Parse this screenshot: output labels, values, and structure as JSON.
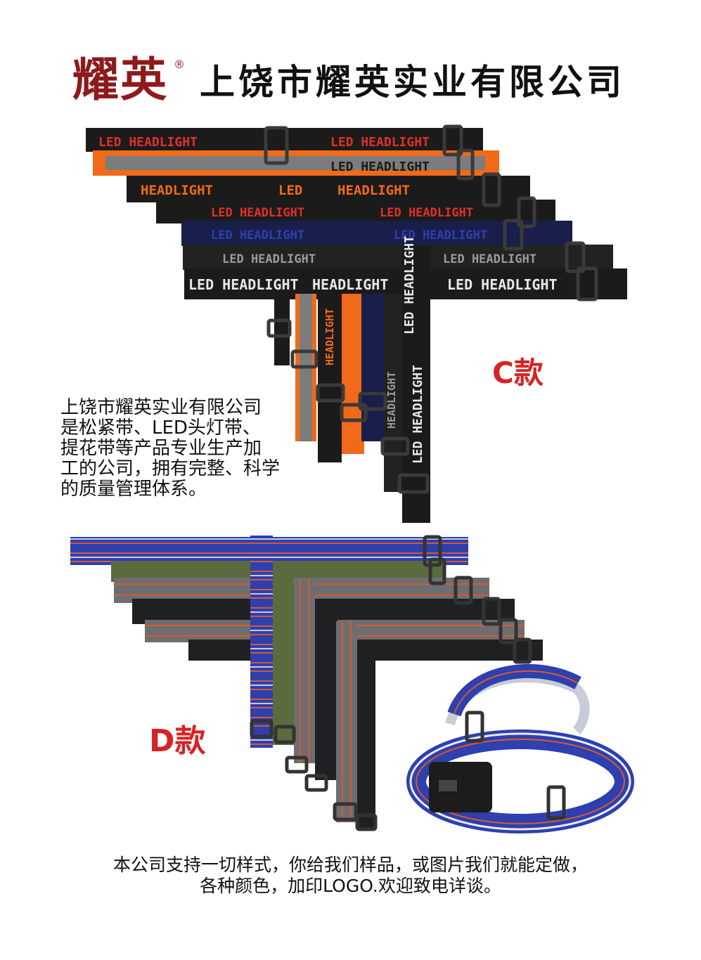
{
  "brand": {
    "logo_text": "耀英",
    "registered_mark": "®",
    "company_name": "上饶市耀英实业有限公司"
  },
  "strap_print": {
    "led_headlight": "LED HEADLIGHT",
    "headlight": "HEADLIGHT",
    "led": "LED"
  },
  "sections": {
    "c": {
      "label": "C款"
    },
    "d": {
      "label": "D款"
    }
  },
  "intro_lines": [
    "上饶市耀英实业有限公司",
    "是松紧带、LED头灯带、",
    "提花带等产品专业生产加",
    "工的公司，拥有完整、科学",
    "的质量管理体系。"
  ],
  "footer_lines": [
    "本公司支持一切样式，你给我们样品，或图片我们就能定做，",
    "各种颜色，加印LOGO.欢迎致电详谈。"
  ],
  "colors": {
    "brand_red": "#8e1a1c",
    "label_red": "#d62424",
    "strap_black": "#1b1b1b",
    "strap_orange": "#f06a1a",
    "strap_gray": "#7c7c7c",
    "strap_blue": "#2e3fb0",
    "strap_olive": "#5b6b3d",
    "stripe_orange": "#d65a2a"
  }
}
